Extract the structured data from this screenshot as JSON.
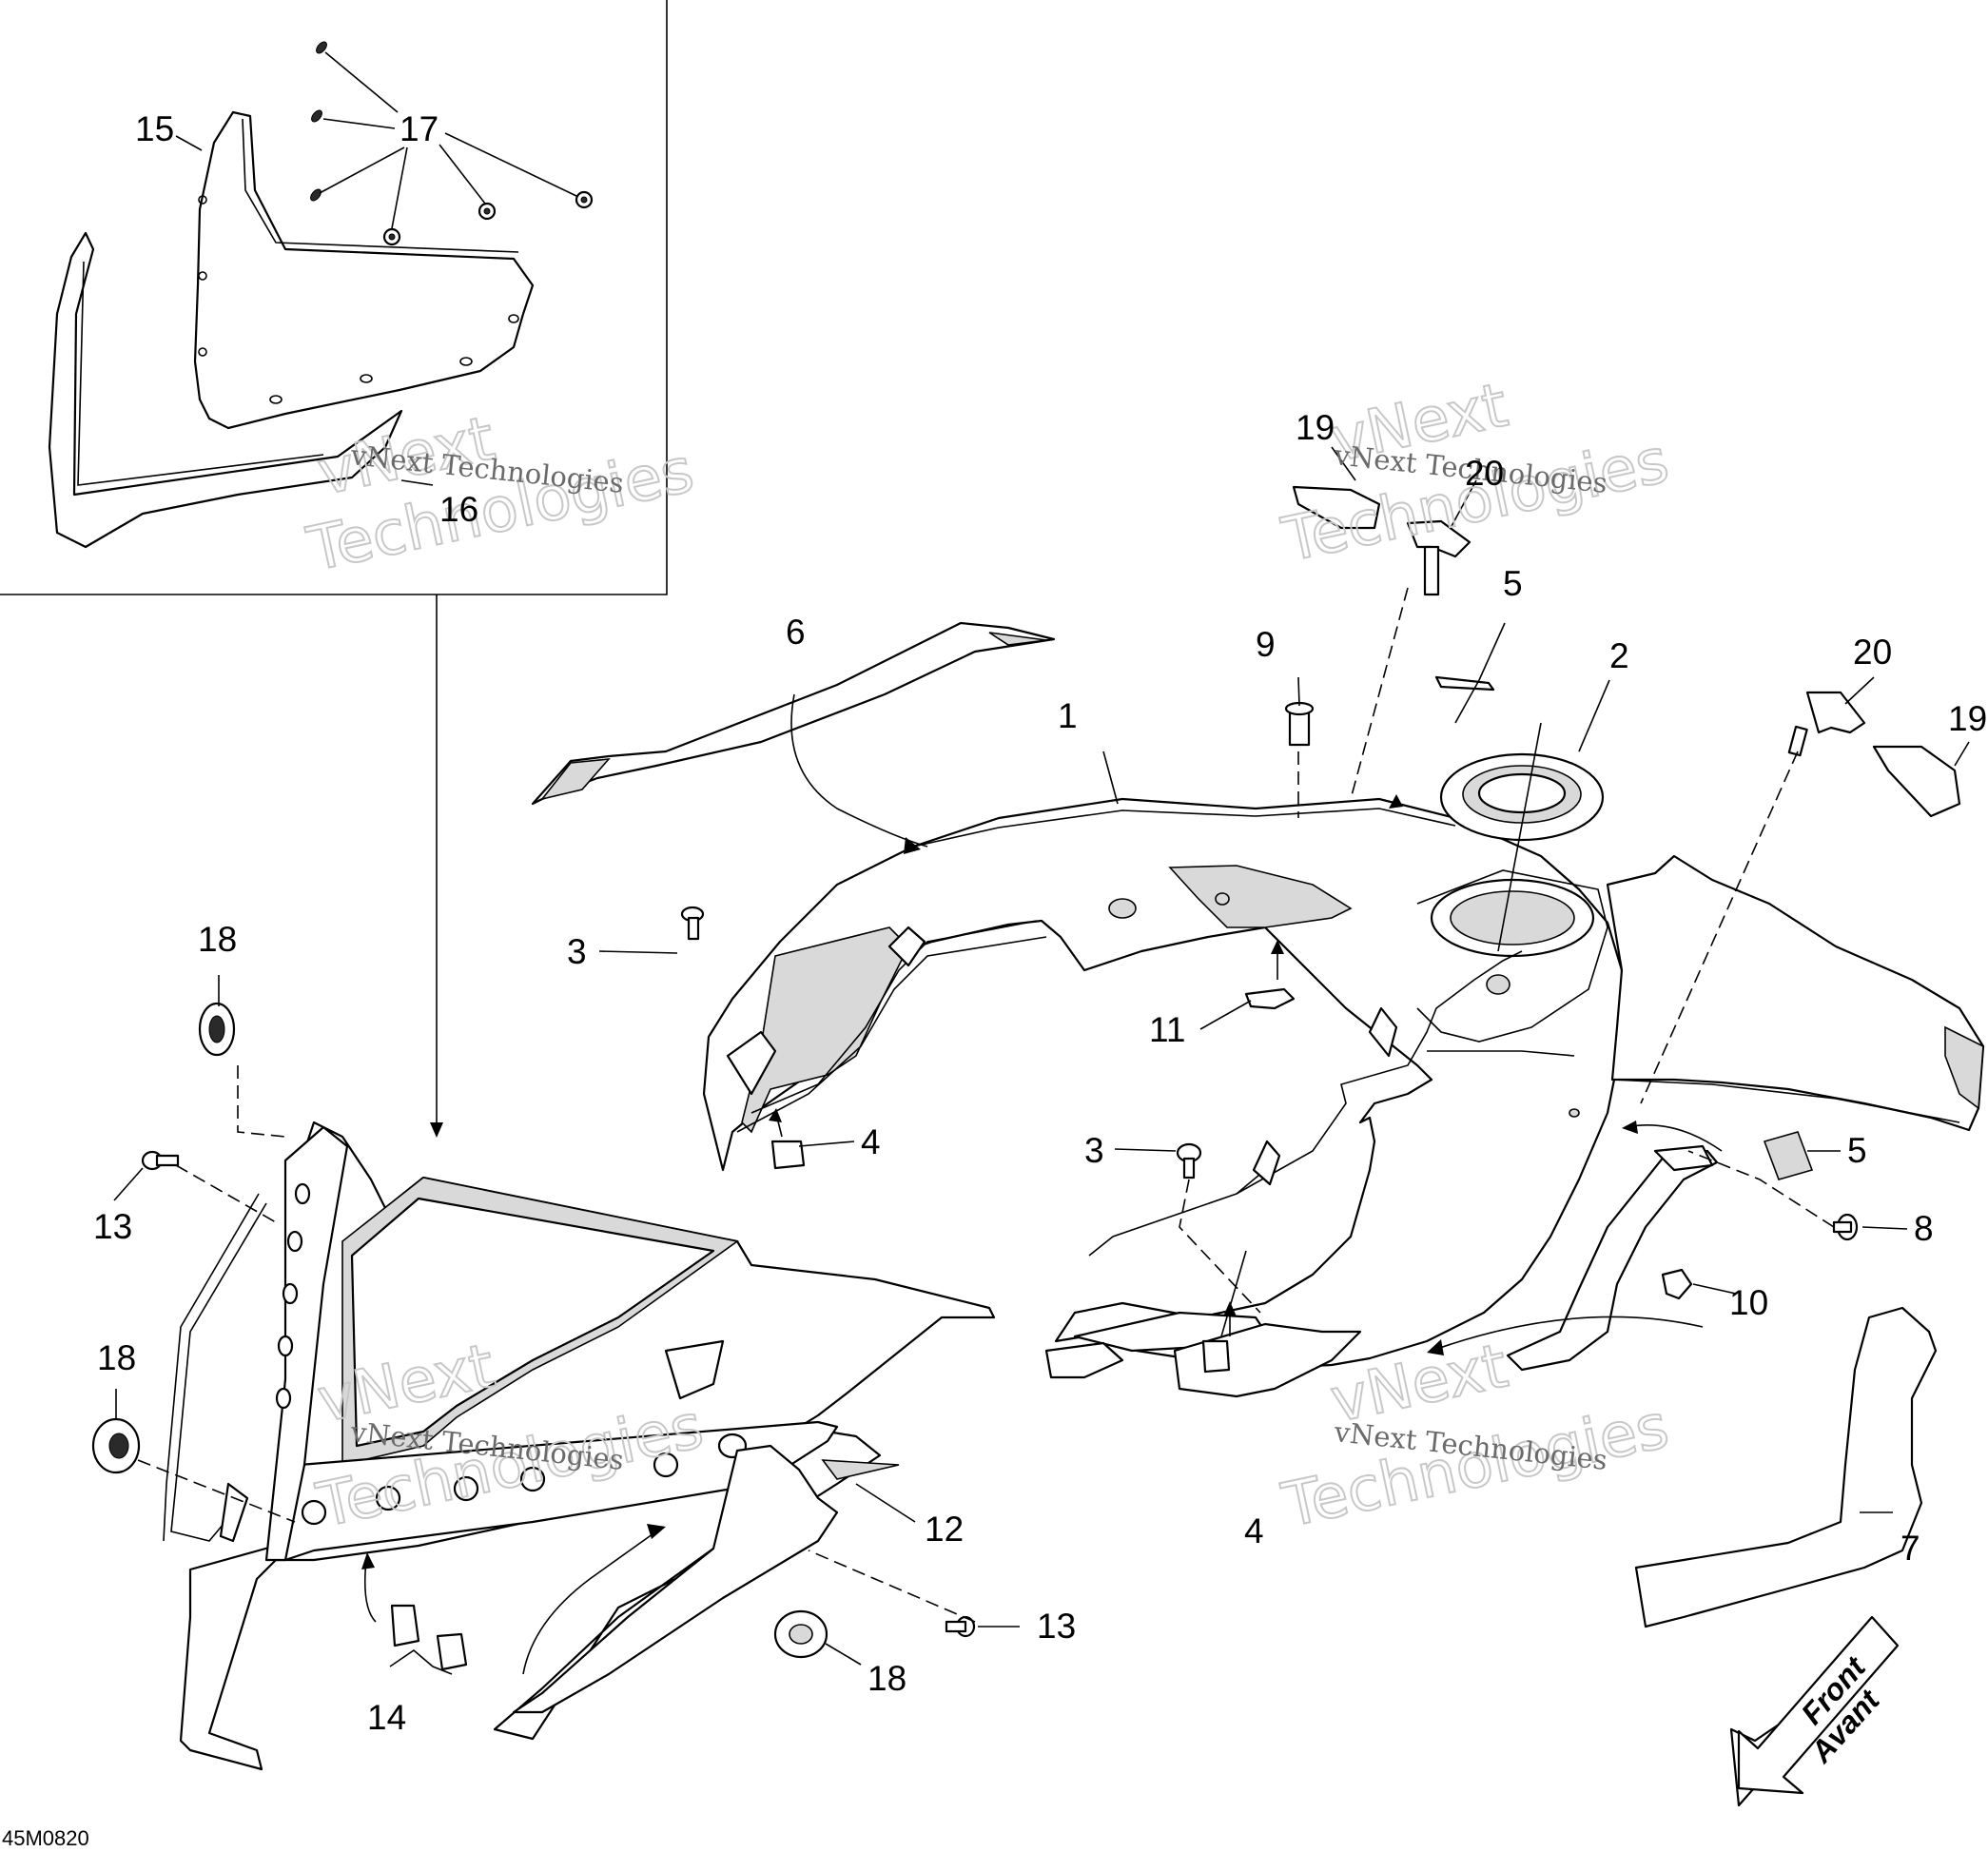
{
  "labels": {
    "l1": "1",
    "l2": "2",
    "l3a": "3",
    "l3b": "3",
    "l4a": "4",
    "l4b": "4",
    "l5a": "5",
    "l5b": "5",
    "l6": "6",
    "l7": "7",
    "l8": "8",
    "l9": "9",
    "l10": "10",
    "l11": "11",
    "l12": "12",
    "l13a": "13",
    "l13b": "13",
    "l14": "14",
    "l15": "15",
    "l16": "16",
    "l17": "17",
    "l18a": "18",
    "l18b": "18",
    "l18c": "18",
    "l19a": "19",
    "l19b": "19",
    "l20a": "20",
    "l20b": "20"
  },
  "watermark": {
    "line1": "vNext Technologies",
    "line2a": "vNext",
    "line2b": "Technologies"
  },
  "direction_arrow": {
    "line1": "Front",
    "line2": "Avant"
  },
  "drawing_code": "45M0820"
}
